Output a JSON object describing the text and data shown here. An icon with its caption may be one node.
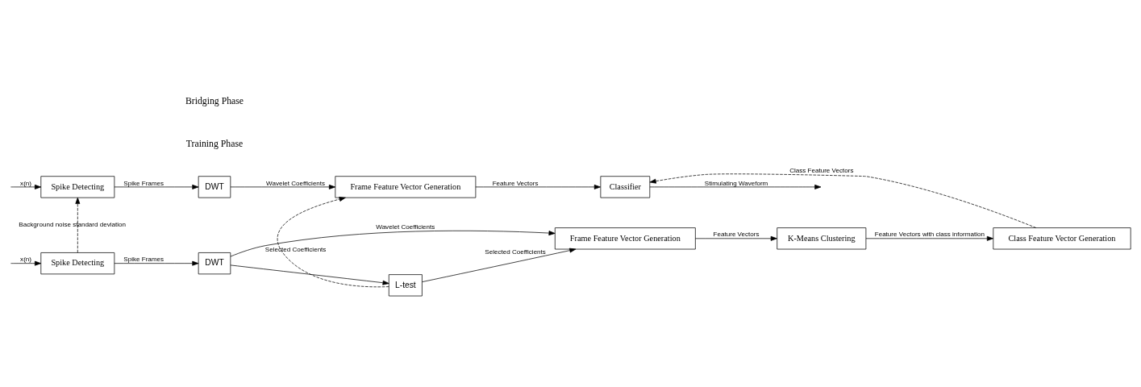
{
  "diagram": {
    "nodes": [
      {
        "text": [
          "Spike Detecting"
        ]
      },
      {
        "text": [
          "DWT"
        ]
      },
      {
        "text": [
          "Frame Feature Vector Generation"
        ]
      },
      {
        "text": [
          "K-Means Clustering"
        ]
      },
      {
        "text": [
          "L-test"
        ]
      },
      {
        "text": [
          "Class Feature Vector Generation"
        ]
      },
      {
        "text": [
          "Spike Detecting"
        ]
      },
      {
        "text": [
          "DWT"
        ]
      },
      {
        "text": [
          "Frame Feature Vector Generation"
        ]
      },
      {
        "text": [
          "Classifier"
        ]
      }
    ],
    "edges": [
      {
        "from": null,
        "to": 0,
        "arrow": "to",
        "label": "x(n)"
      },
      {
        "from": 0,
        "to": 1,
        "arrow": "to",
        "label": "Spike Frames"
      },
      {
        "from": 1,
        "to": 2,
        "arrow": "to",
        "label": "Wavelet Coefficients"
      },
      {
        "from": 1,
        "to": 4,
        "arrow": "to"
      },
      {
        "from": 4,
        "to": 2,
        "arrow": "to",
        "label": "Selected Coefficients"
      },
      {
        "from": 2,
        "to": 3,
        "arrow": "to",
        "label": "Feature Vectors"
      },
      {
        "from": 3,
        "to": 5,
        "arrow": "to",
        "label": "Feature Vectors with class information"
      },
      {
        "from": 0,
        "to": 6,
        "arrow": "to",
        "style": "dashed",
        "label": "Background noise standard deviation"
      },
      {
        "from": 4,
        "to": 8,
        "arrow": "to",
        "style": "dashed",
        "label": "Selected Coefficients"
      },
      {
        "from": 5,
        "to": 9,
        "arrow": "to",
        "style": "dashed",
        "label": "Class Feature Vectors"
      },
      {
        "from": null,
        "to": 6,
        "arrow": "to",
        "label": "x(n)"
      },
      {
        "from": 6,
        "to": 7,
        "arrow": "to",
        "label": "Spike Frames"
      },
      {
        "from": 7,
        "to": 8,
        "arrow": "to",
        "label": "Wavelet Coefficients"
      },
      {
        "from": 8,
        "to": 9,
        "arrow": "to",
        "label": "Feature Vectors"
      },
      {
        "from": 9,
        "to": null,
        "arrow": "to",
        "label": "Stimulating Waveform"
      }
    ],
    "labels": [
      "Training Phase",
      "Bridging Phase"
    ]
  }
}
